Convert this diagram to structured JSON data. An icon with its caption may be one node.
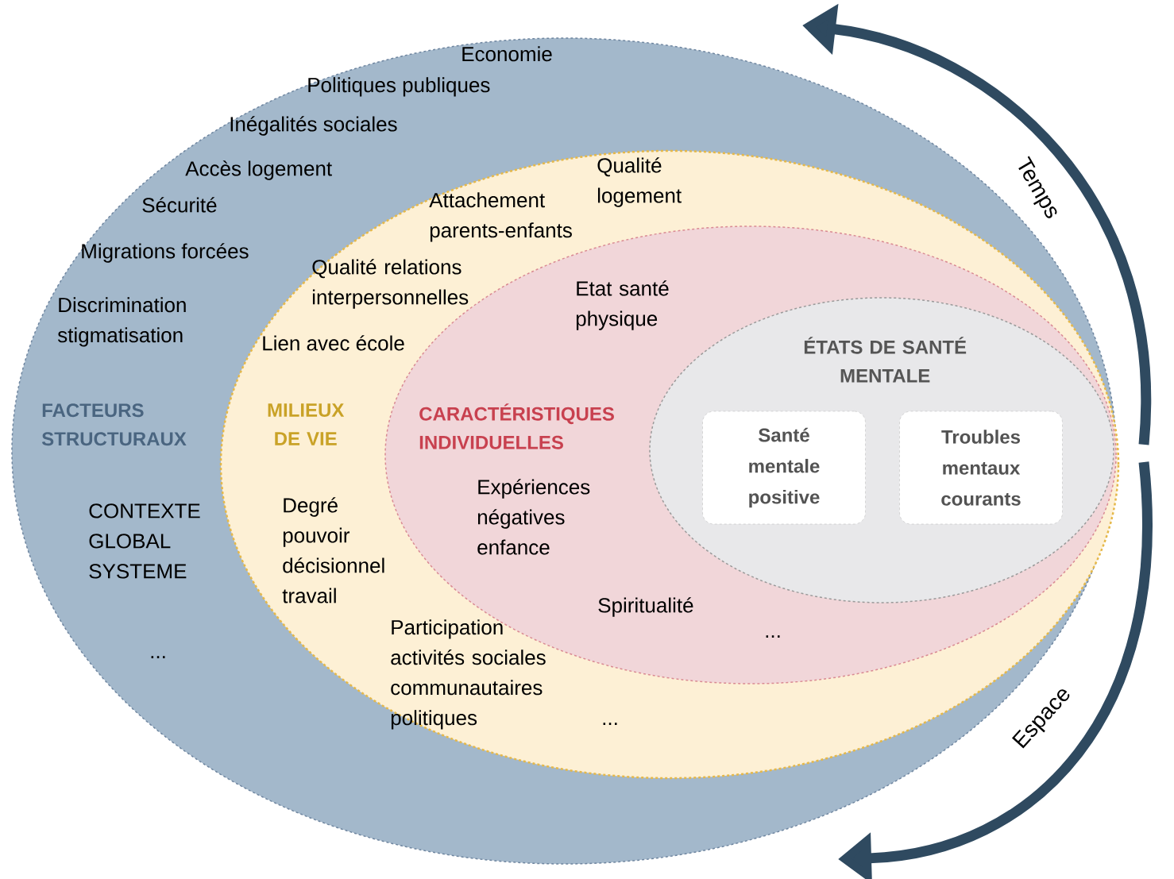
{
  "diagram": {
    "nodes": [
      {
        "text": [
          "FACTEURS STRUCTURAUX",
          "Economie",
          "Politiques publiques",
          "Inégalités sociales",
          "Accès logement",
          "Sécurité",
          "Migrations forcées",
          "Discrimination stigmatisation",
          "CONTEXTE GLOBAL SYSTEME",
          "..."
        ]
      },
      {
        "text": [
          "MILIEUX DE VIE",
          "Qualité logement",
          "Attachement parents-enfants",
          "Qualité relations interpersonnelles",
          "Lien avec école",
          "Degré pouvoir décisionnel travail",
          "Participation activités sociales communautaires politiques",
          "..."
        ],
        "in": 0
      },
      {
        "text": [
          "CARACTÉRISTIQUES INDIVIDUELLES",
          "Etat santé physique",
          "Expériences négatives enfance",
          "Spiritualité",
          "..."
        ],
        "in": 1
      },
      {
        "text": [
          "ÉTATS DE SANTÉ MENTALE"
        ],
        "in": 2
      },
      {
        "text": [
          "Santé mentale positive"
        ],
        "in": 3
      },
      {
        "text": [
          "Troubles mentaux courants"
        ],
        "in": 3
      }
    ],
    "labels": [
      "Temps",
      "Espace"
    ]
  }
}
